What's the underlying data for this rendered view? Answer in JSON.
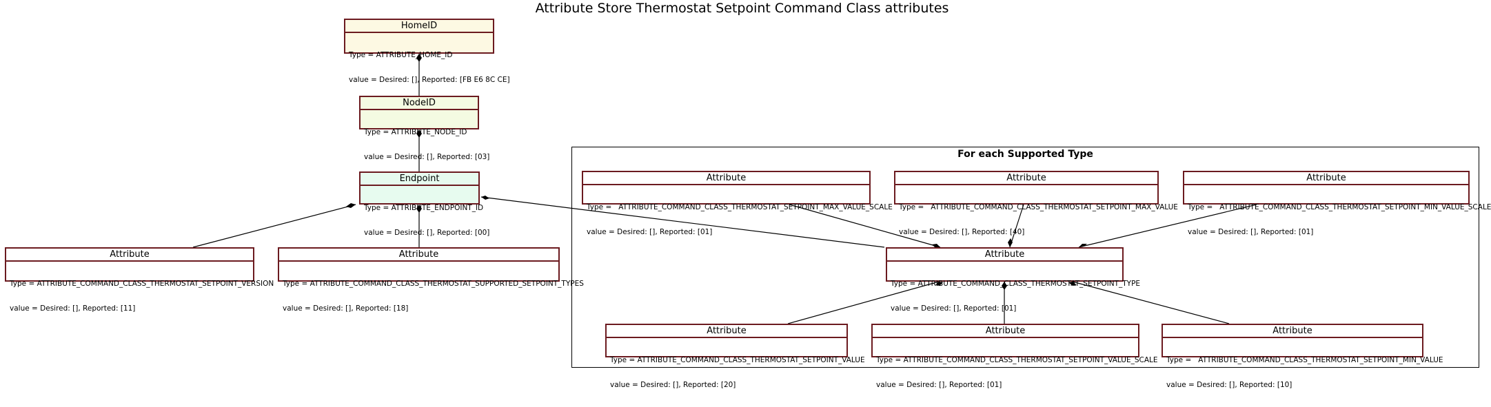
{
  "title": "Attribute Store Thermostat Setpoint Command Class attributes",
  "group": {
    "label": "For each Supported Type"
  },
  "nodes": {
    "home": {
      "title": "HomeID",
      "type": "Type = ATTRIBUTE_HOME_ID",
      "value": "value = Desired: [], Reported: [FB E6 8C CE]"
    },
    "node": {
      "title": "NodeID",
      "type": "Type = ATTRIBUTE_NODE_ID",
      "value": "value = Desired: [], Reported: [03]"
    },
    "endpoint": {
      "title": "Endpoint",
      "type": "Type = ATTRIBUTE_ENDPOINT_ID",
      "value": "value = Desired: [], Reported: [00]"
    },
    "version": {
      "title": "Attribute",
      "type": "Type = ATTRIBUTE_COMMAND_CLASS_THERMOSTAT_SETPOINT_VERSION",
      "value": "value = Desired: [], Reported: [11]"
    },
    "supported": {
      "title": "Attribute",
      "type": "Type = ATTRIBUTE_COMMAND_CLASS_THERMOSTAT_SUPPORTED_SETPOINT_TYPES",
      "value": "value = Desired: [], Reported: [18]"
    },
    "setpoint_type": {
      "title": "Attribute",
      "type": "Type = ATTRIBUTE_COMMAND_CLASS_THERMOSTAT_SETPOINT_TYPE",
      "value": "value = Desired: [], Reported: [01]"
    },
    "max_value_scale": {
      "title": "Attribute",
      "type": "Type =   ATTRIBUTE_COMMAND_CLASS_THERMOSTAT_SETPOINT_MAX_VALUE_SCALE",
      "value": "value = Desired: [], Reported: [01]"
    },
    "max_value": {
      "title": "Attribute",
      "type": "Type =   ATTRIBUTE_COMMAND_CLASS_THERMOSTAT_SETPOINT_MAX_VALUE",
      "value": "value = Desired: [], Reported: [40]"
    },
    "min_value_scale": {
      "title": "Attribute",
      "type": "Type =   ATTRIBUTE_COMMAND_CLASS_THERMOSTAT_SETPOINT_MIN_VALUE_SCALE",
      "value": "value = Desired: [], Reported: [01]"
    },
    "value": {
      "title": "Attribute",
      "type": "Type = ATTRIBUTE_COMMAND_CLASS_THERMOSTAT_SETPOINT_VALUE",
      "value": "value = Desired: [], Reported: [20]"
    },
    "value_scale": {
      "title": "Attribute",
      "type": "Type = ATTRIBUTE_COMMAND_CLASS_THERMOSTAT_SETPOINT_VALUE_SCALE",
      "value": "value = Desired: [], Reported: [01]"
    },
    "min_value": {
      "title": "Attribute",
      "type": "Type =   ATTRIBUTE_COMMAND_CLASS_THERMOSTAT_SETPOINT_MIN_VALUE",
      "value": "value = Desired: [], Reported: [10]"
    }
  }
}
